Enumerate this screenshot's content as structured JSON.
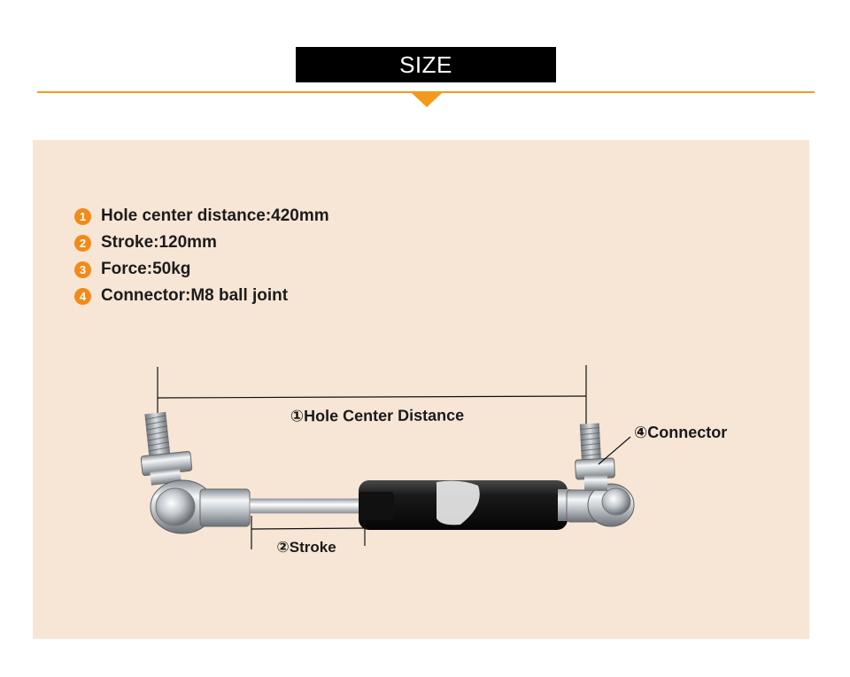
{
  "header": {
    "title": "SIZE"
  },
  "colors": {
    "accent": "#f39a1e",
    "panel_bg": "#f7e6d6",
    "bar_bg": "#000000"
  },
  "specs": [
    {
      "num": "1",
      "text": "Hole center distance:420mm"
    },
    {
      "num": "2",
      "text": "Stroke:120mm"
    },
    {
      "num": "3",
      "text": "Force:50kg"
    },
    {
      "num": "4",
      "text": "Connector:M8 ball joint"
    }
  ],
  "diagram": {
    "hole_label": "①Hole Center Distance",
    "stroke_label": "②Stroke",
    "connector_label": "④Connector"
  }
}
